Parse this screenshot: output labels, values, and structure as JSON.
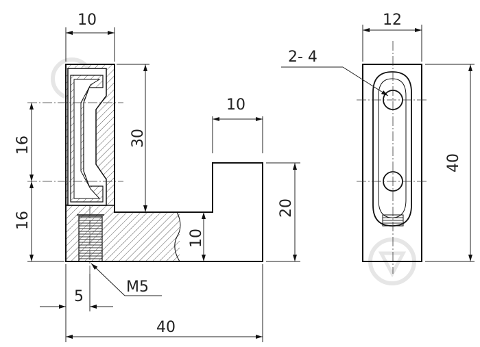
{
  "drawing": {
    "dimensions": {
      "top_left_width": "10",
      "left_upper": "16",
      "left_lower": "16",
      "height_30": "30",
      "step_width": "10",
      "step_height": "20",
      "base_height": "10",
      "thread_offset": "5",
      "total_width": "40",
      "side_width": "12",
      "side_height": "40"
    },
    "callouts": {
      "thread": "M5",
      "holes": "2- 4"
    }
  }
}
